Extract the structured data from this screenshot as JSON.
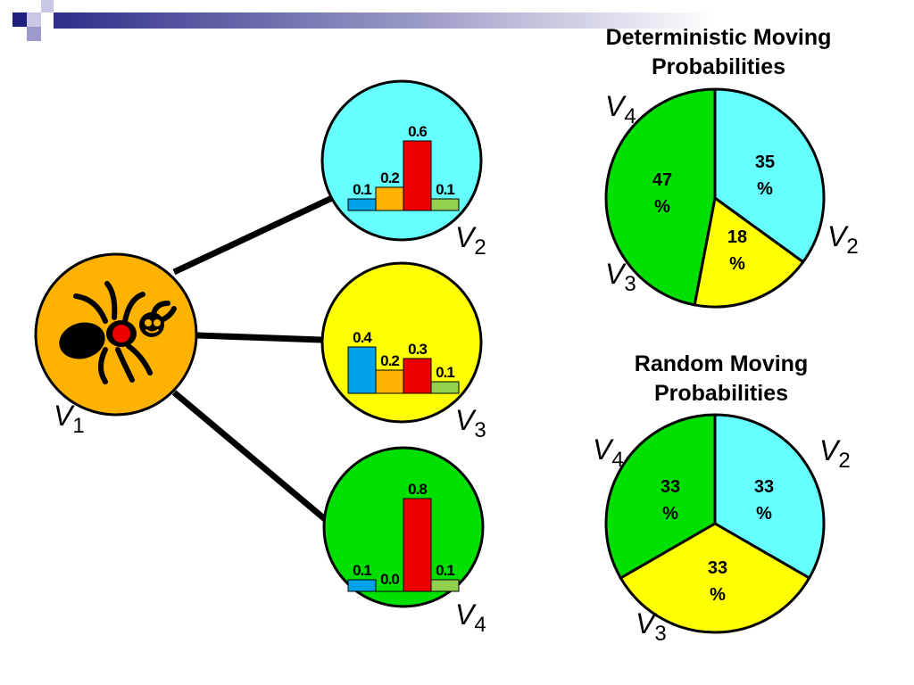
{
  "colors": {
    "cyan": "#66ffff",
    "yellow": "#ffff00",
    "green": "#00e000",
    "orange": "#ffb300",
    "bar_blue": "#00a2e8",
    "bar_orange": "#ffb300",
    "bar_red": "#ee0000",
    "bar_green": "#92d050"
  },
  "ant_node": {
    "var": "V",
    "sub": "1"
  },
  "nodes": [
    {
      "id": "v2",
      "var": "V",
      "sub": "2",
      "color": "cyan",
      "bars": [
        {
          "value": 0.1,
          "label": "0.1",
          "color": "bar_blue"
        },
        {
          "value": 0.2,
          "label": "0.2",
          "color": "bar_orange"
        },
        {
          "value": 0.6,
          "label": "0.6",
          "color": "bar_red"
        },
        {
          "value": 0.1,
          "label": "0.1",
          "color": "bar_green"
        }
      ]
    },
    {
      "id": "v3",
      "var": "V",
      "sub": "3",
      "color": "yellow",
      "bars": [
        {
          "value": 0.4,
          "label": "0.4",
          "color": "bar_blue"
        },
        {
          "value": 0.2,
          "label": "0.2",
          "color": "bar_orange"
        },
        {
          "value": 0.3,
          "label": "0.3",
          "color": "bar_red"
        },
        {
          "value": 0.1,
          "label": "0.1",
          "color": "bar_green"
        }
      ]
    },
    {
      "id": "v4",
      "var": "V",
      "sub": "4",
      "color": "green",
      "bars": [
        {
          "value": 0.1,
          "label": "0.1",
          "color": "bar_blue"
        },
        {
          "value": 0.0,
          "label": "0.0",
          "color": "bar_orange"
        },
        {
          "value": 0.8,
          "label": "0.8",
          "color": "bar_red"
        },
        {
          "value": 0.1,
          "label": "0.1",
          "color": "bar_green"
        }
      ]
    }
  ],
  "deterministic": {
    "title_line1": "Deterministic Moving",
    "title_line2": "Probabilities",
    "slices": [
      {
        "node": "V2",
        "percent": 35,
        "num": "35",
        "sym": "%",
        "color": "cyan"
      },
      {
        "node": "V3",
        "percent": 18,
        "num": "18",
        "sym": "%",
        "color": "yellow"
      },
      {
        "node": "V4",
        "percent": 47,
        "num": "47",
        "sym": "%",
        "color": "green"
      }
    ],
    "labels": [
      {
        "var": "V",
        "sub": "4"
      },
      {
        "var": "V",
        "sub": "2"
      },
      {
        "var": "V",
        "sub": "3"
      }
    ]
  },
  "random": {
    "title_line1": "Random Moving",
    "title_line2": "Probabilities",
    "slices": [
      {
        "node": "V2",
        "percent": 33.33,
        "num": "33",
        "sym": "%",
        "color": "cyan"
      },
      {
        "node": "V3",
        "percent": 33.33,
        "num": "33",
        "sym": "%",
        "color": "yellow"
      },
      {
        "node": "V4",
        "percent": 33.33,
        "num": "33",
        "sym": "%",
        "color": "green"
      }
    ],
    "labels": [
      {
        "var": "V",
        "sub": "4"
      },
      {
        "var": "V",
        "sub": "2"
      },
      {
        "var": "V",
        "sub": "3"
      }
    ]
  }
}
